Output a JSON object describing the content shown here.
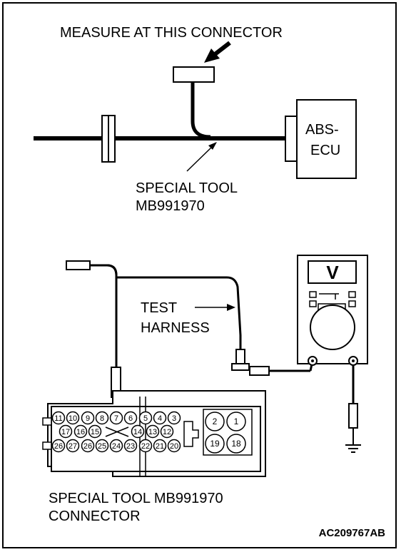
{
  "labels": {
    "measure_at": "MEASURE AT THIS CONNECTOR",
    "abs_ecu_line1": "ABS-",
    "abs_ecu_line2": "ECU",
    "special_tool_line1": "SPECIAL TOOL",
    "special_tool_line2": "MB991970",
    "test_line1": "TEST",
    "test_line2": "HARNESS",
    "connector_line1": "SPECIAL TOOL MB991970",
    "connector_line2": "CONNECTOR",
    "figure_id": "AC209767AB"
  },
  "voltmeter": {
    "display_symbol": "V",
    "icon": "voltmeter-icon"
  },
  "connector_pins": {
    "row1": [
      "11",
      "10",
      "9",
      "8",
      "7",
      "6",
      "5",
      "4",
      "3"
    ],
    "row2": [
      "17",
      "16",
      "15",
      "14",
      "13",
      "12"
    ],
    "row3": [
      "26",
      "27",
      "26",
      "25",
      "24",
      "23",
      "22",
      "21",
      "20"
    ],
    "right_top": [
      "2",
      "1"
    ],
    "right_bottom": [
      "19",
      "18"
    ]
  },
  "colors": {
    "line": "#000000",
    "background": "#ffffff"
  }
}
